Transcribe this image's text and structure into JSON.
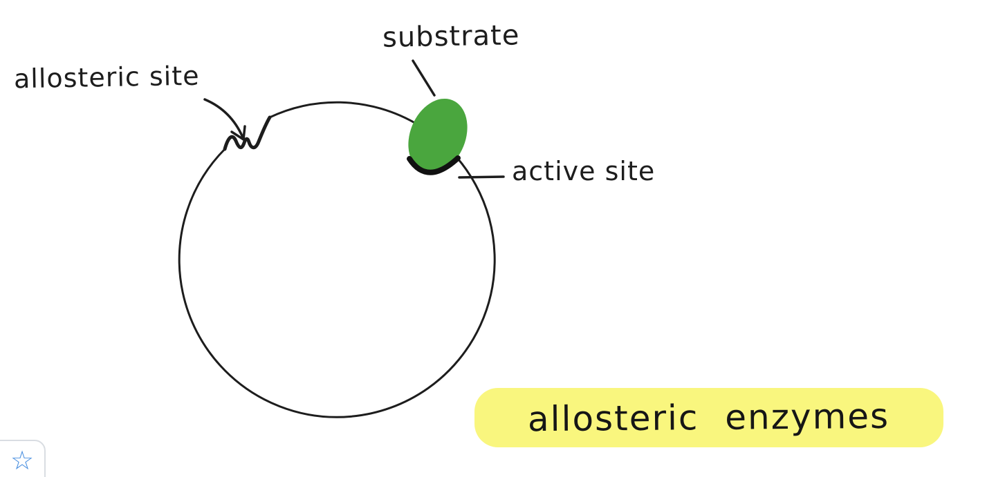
{
  "diagram": {
    "labels": {
      "substrate": "substrate",
      "allosteric_site": "allosteric site",
      "active_site": "active site"
    },
    "caption": "allosteric enzymes",
    "colors": {
      "ink": "#1d1d1d",
      "substrate_green": "#4aa63e",
      "highlight_yellow": "#f9f67e",
      "star_blue": "#4a8fe0",
      "card_border": "#d9dde2"
    },
    "icons": {
      "favorite_star": "☆"
    }
  }
}
